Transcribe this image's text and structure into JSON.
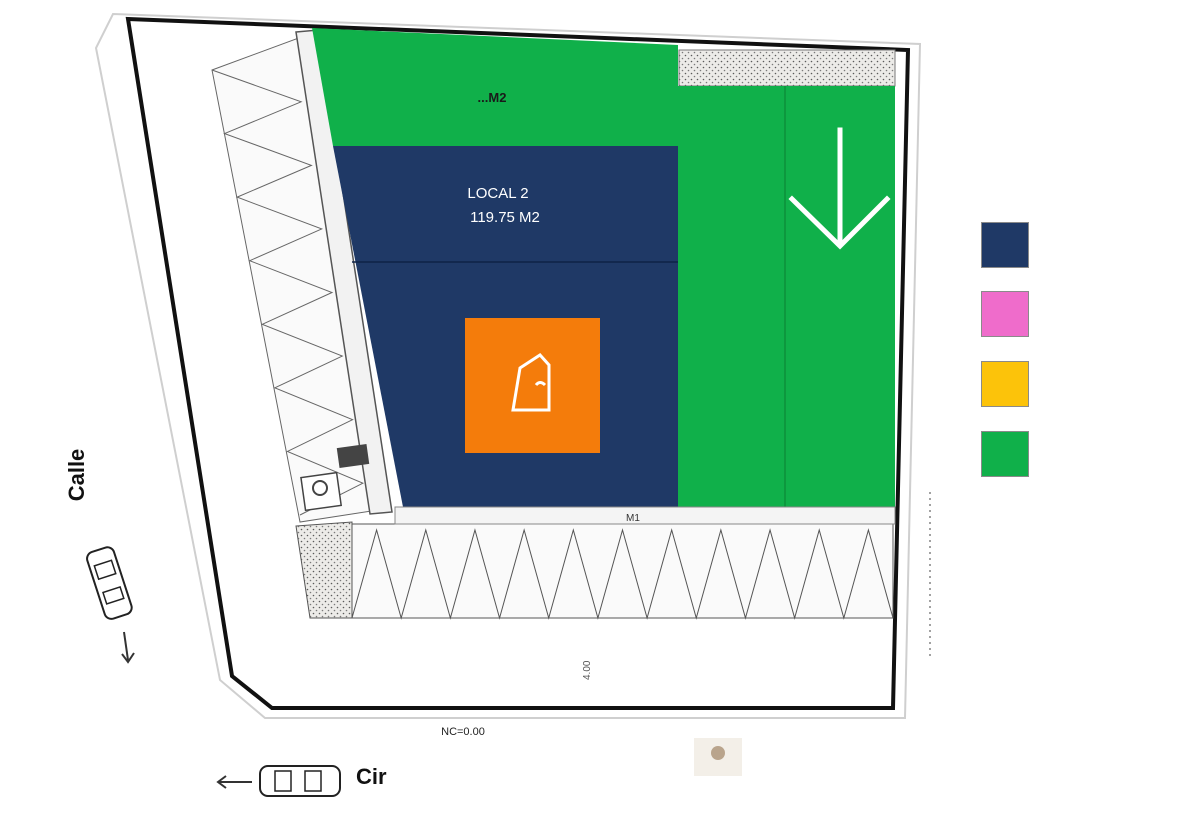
{
  "plan": {
    "area_label_top": "...M2",
    "local2_name": "LOCAL 2",
    "local2_area": "119.75 M2",
    "label_calle": "Calle",
    "label_circuit": "Cir",
    "label_level": "NC=0.00",
    "label_dimension": "4.00",
    "label_small": "M1"
  },
  "colors": {
    "navy": "#1f3966",
    "green": "#10b04a",
    "orange": "#f47c0b",
    "pink": "#ef6ccb",
    "yellow": "#fcc30a"
  },
  "legend": [
    {
      "name": "navy",
      "color": "#1f3966"
    },
    {
      "name": "pink",
      "color": "#ef6ccb"
    },
    {
      "name": "yellow",
      "color": "#fcc30a"
    },
    {
      "name": "green",
      "color": "#10b04a"
    }
  ],
  "icons": [
    "arrow-down-icon",
    "store-icon",
    "car-icon",
    "accessibility-icon"
  ]
}
